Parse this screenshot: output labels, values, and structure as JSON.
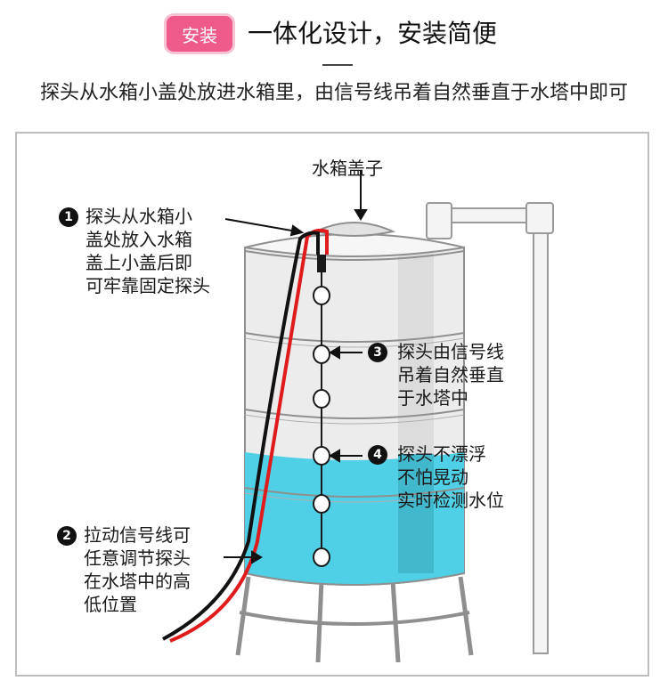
{
  "header": {
    "badge": "安装",
    "title": "一体化设计，安装简便",
    "subtitle": "探头从水箱小盖处放进水箱里，由信号线吊着自然垂直于水塔中即可"
  },
  "diagram": {
    "lid_label": "水箱盖子",
    "notes": [
      {
        "num": "1",
        "lines": [
          "探头从水箱小",
          "盖处放入水箱",
          "盖上小盖后即",
          "可牢靠固定探头"
        ]
      },
      {
        "num": "2",
        "lines": [
          "拉动信号线可",
          "任意调节探头",
          "在水塔中的高",
          "低位置"
        ]
      },
      {
        "num": "3",
        "lines": [
          "探头由信号线",
          "吊着自然垂直",
          "于水塔中"
        ]
      },
      {
        "num": "4",
        "lines": [
          "探头不漂浮",
          "不怕晃动",
          "实时检测水位"
        ]
      }
    ]
  },
  "colors": {
    "badge": "#ee5a8a",
    "water": "#4fd0e6",
    "red_wire": "#e01b1b",
    "black_wire": "#111111"
  }
}
